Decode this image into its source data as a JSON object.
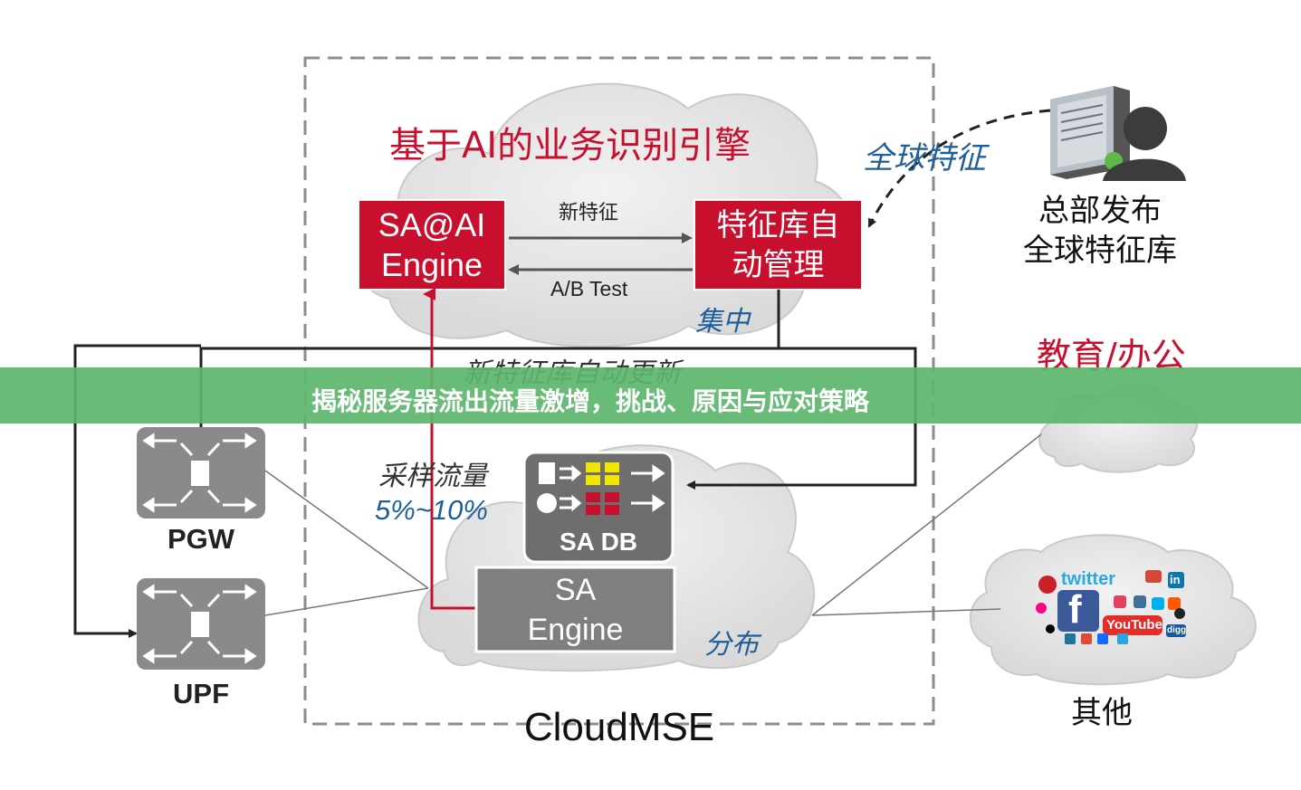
{
  "banner": {
    "title": "揭秘服务器流出流量激增，挑战、原因与应对策略"
  },
  "diagram": {
    "container_label": "CloudMSE",
    "engine_title": "基于AI的业务识别引擎",
    "sa_ai_engine": {
      "line1": "SA@AI",
      "line2": "Engine"
    },
    "feature_mgmt": {
      "line1": "特征库自",
      "line2": "动管理"
    },
    "arrow_new_feature": "新特征",
    "arrow_ab_test": "A/B Test",
    "label_centralized": "集中",
    "label_global_feature": "全球特征",
    "hq": {
      "line1": "总部发布",
      "line2": "全球特征库"
    },
    "label_auto_update": "新特征库自动更新",
    "label_education": "教育/办公",
    "sampling": {
      "line1": "采样流量",
      "line2": "5%~10%"
    },
    "sa_db": "SA DB",
    "sa_engine": {
      "line1": "SA",
      "line2": "Engine"
    },
    "label_distributed": "分布",
    "pgw": "PGW",
    "upf": "UPF",
    "label_other": "其他",
    "social_logos": [
      "twitter",
      "YouTube",
      "f",
      "in",
      "digg"
    ]
  },
  "colors": {
    "red": "#c8102e",
    "blue": "#1f5f99",
    "gray": "#808080",
    "banner": "#5cb66c"
  }
}
